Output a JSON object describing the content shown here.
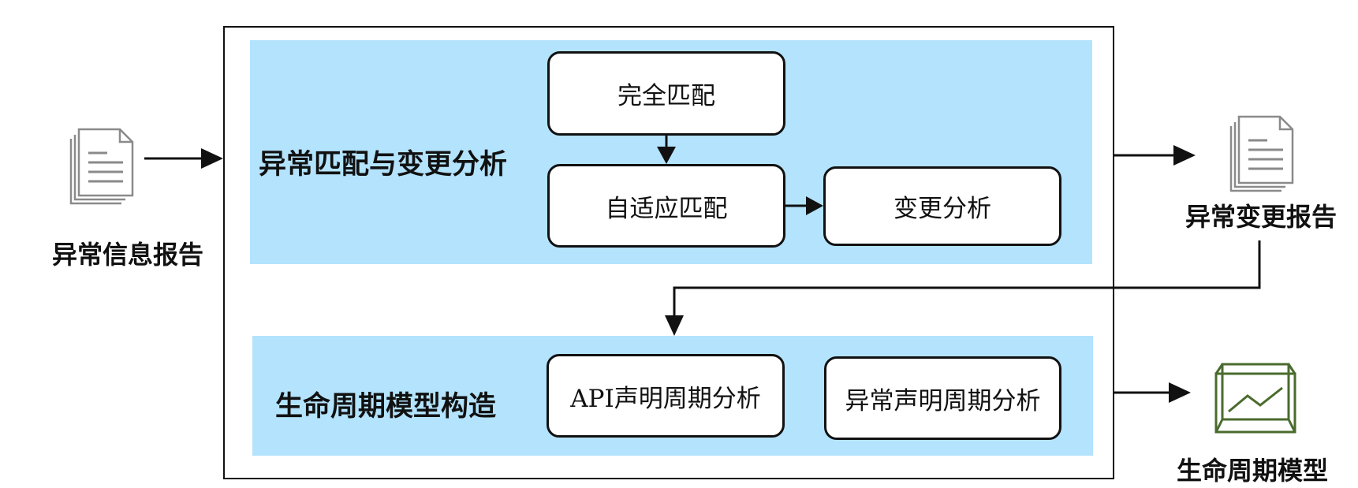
{
  "input": {
    "label": "异常信息报告",
    "icon": "document-stack-icon"
  },
  "container": {
    "matching": {
      "title": "异常匹配与变更分析",
      "steps": {
        "exact": "完全匹配",
        "adaptive": "自适应匹配",
        "change": "变更分析"
      }
    },
    "lifecycle": {
      "title": "生命周期模型构造",
      "steps": {
        "api": "API声明周期分析",
        "exception": "异常声明周期分析"
      }
    }
  },
  "outputs": {
    "report": {
      "label": "异常变更报告",
      "icon": "document-stack-icon"
    },
    "model": {
      "label": "生命周期模型",
      "icon": "chart-box-icon"
    }
  },
  "colors": {
    "panel": "#b3e3fd",
    "stroke": "#111111",
    "doc_icon": "#8a8a8a",
    "model_icon": "#4a6b2e"
  }
}
